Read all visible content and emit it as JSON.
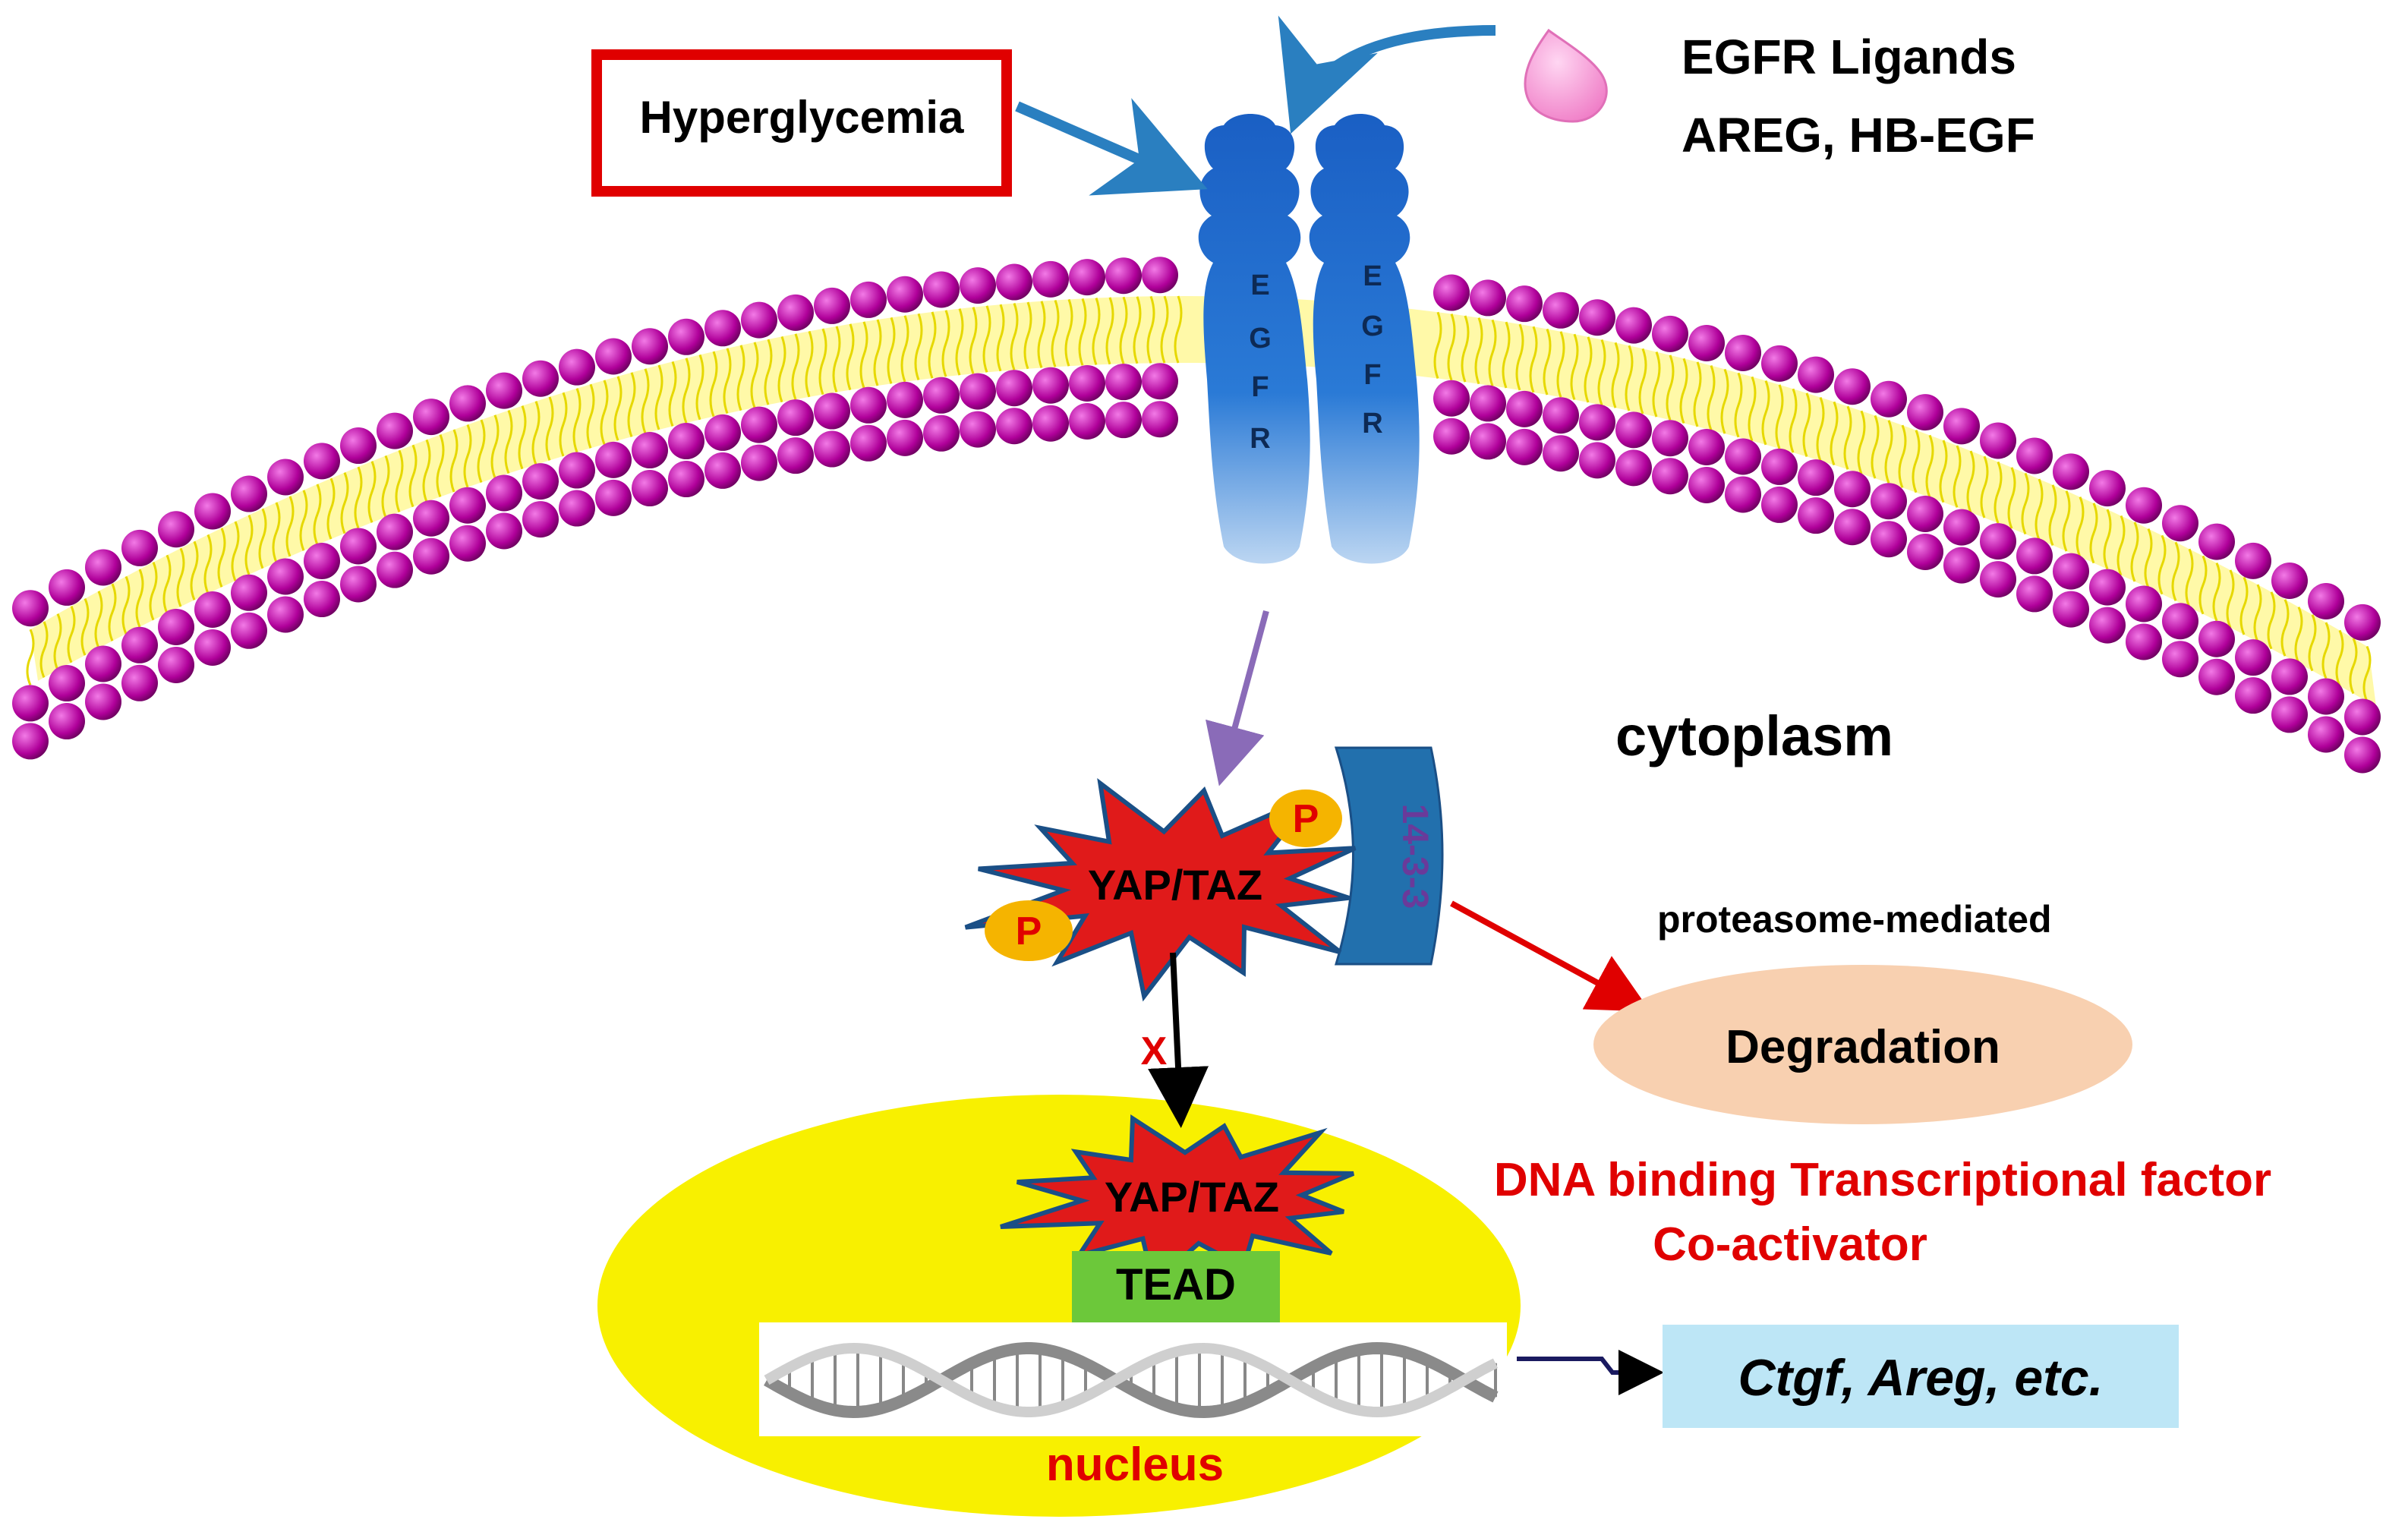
{
  "labels": {
    "hyperglycemia": "Hyperglycemia",
    "ligands_line1": "EGFR Ligands",
    "ligands_line2": "AREG, HB-EGF",
    "egfr_letters": [
      "E",
      "G",
      "F",
      "R"
    ],
    "cytoplasm": "cytoplasm",
    "yap_taz": "YAP/TAZ",
    "phospho": "P",
    "protein_1433": "14-3-3",
    "proteasome": "proteasome-mediated",
    "degradation": "Degradation",
    "block_mark": "X",
    "dna_factor_line1": "DNA binding Transcriptional factor",
    "dna_factor_line2": "Co-activator",
    "tead": "TEAD",
    "target_genes": "Ctgf, Areg, etc.",
    "nucleus": "nucleus"
  },
  "colors": {
    "lipid_head": "#b0009a",
    "lipid_tail": "#e6d800",
    "membrane_fill": "#fff9a8",
    "receptor": "#1e6fc8",
    "hyperglycemia_border": "#e00000",
    "arrow_blue": "#2a7fc0",
    "arrow_purple": "#8a6bb8",
    "arrow_red": "#e00000",
    "star_fill": "#e01a1a",
    "phospho_fill": "#f5b400",
    "protein_1433": "#2270ad",
    "degradation_fill": "#f8d0b0",
    "nucleus_fill": "#f8f000",
    "tead_fill": "#6cc83a",
    "genes_fill": "#bde6f6",
    "red_text": "#e00000"
  },
  "icons": [
    "egfr-receptor-icon",
    "ligand-droplet-icon",
    "yap-taz-burst-icon",
    "dna-helix-icon"
  ]
}
